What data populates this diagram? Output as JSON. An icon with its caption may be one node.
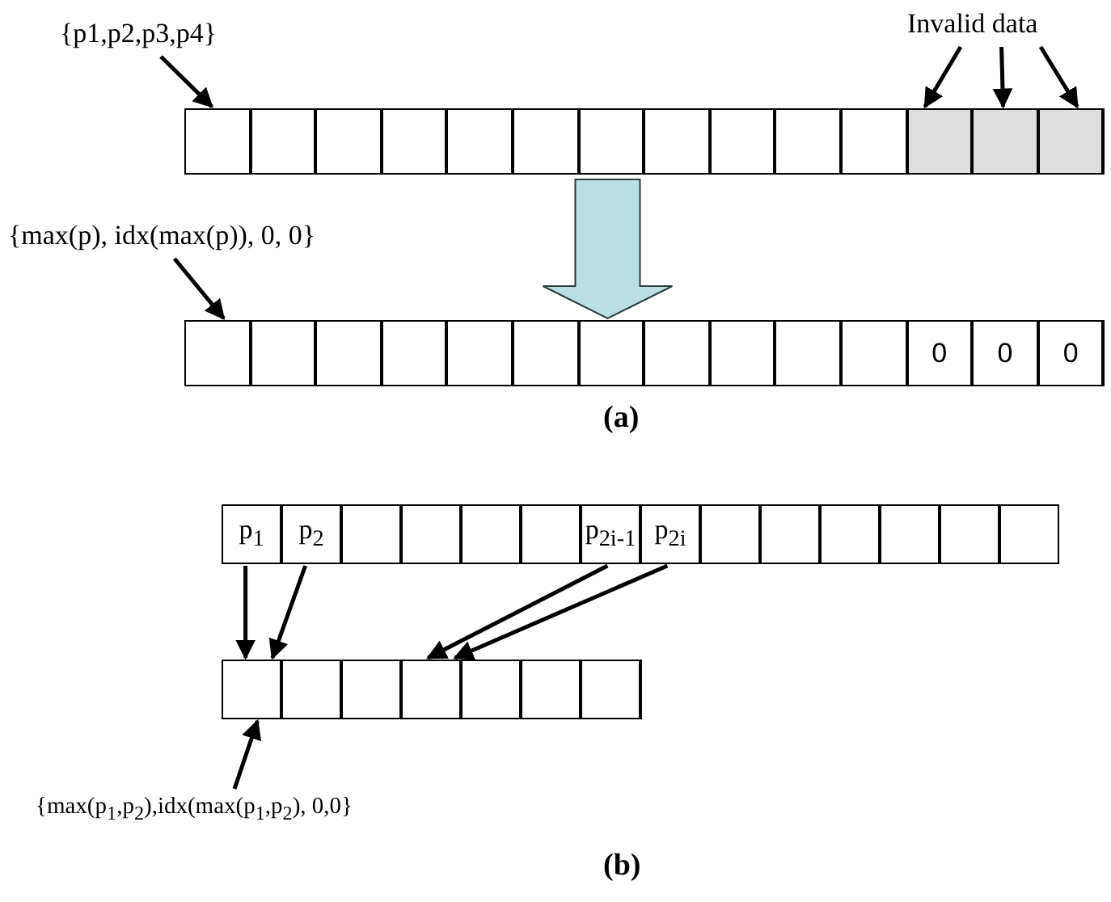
{
  "diagram": {
    "nodes": [
      {
        "text": [
          "{p1,p2,p3,p4}"
        ]
      },
      {
        "text": [
          "Invalid data"
        ]
      },
      {
        "text": [],
        "shape": "box"
      },
      {
        "text": [],
        "shape": "box",
        "in": 2
      },
      {
        "text": [],
        "shape": "box",
        "in": 2
      },
      {
        "text": [],
        "shape": "box",
        "in": 2
      },
      {
        "text": [],
        "shape": "box",
        "in": 2
      },
      {
        "text": [],
        "shape": "box",
        "in": 2
      },
      {
        "text": [],
        "shape": "box",
        "in": 2
      },
      {
        "text": [],
        "shape": "box",
        "in": 2
      },
      {
        "text": [],
        "shape": "box",
        "in": 2
      },
      {
        "text": [],
        "shape": "box",
        "in": 2
      },
      {
        "text": [],
        "shape": "box",
        "in": 2
      },
      {
        "text": [],
        "shape": "box",
        "in": 2
      },
      {
        "text": [],
        "shape": "box",
        "in": 2
      },
      {
        "text": [],
        "shape": "box",
        "in": 2
      },
      {
        "text": [],
        "shape": "box",
        "in": 2
      },
      {
        "text": [
          "{max(p), idx(max(p)), 0, 0}"
        ]
      },
      {
        "text": [],
        "shape": "box"
      },
      {
        "text": [],
        "shape": "box",
        "in": 18
      },
      {
        "text": [],
        "shape": "box",
        "in": 18
      },
      {
        "text": [],
        "shape": "box",
        "in": 18
      },
      {
        "text": [],
        "shape": "box",
        "in": 18
      },
      {
        "text": [],
        "shape": "box",
        "in": 18
      },
      {
        "text": [],
        "shape": "box",
        "in": 18
      },
      {
        "text": [],
        "shape": "box",
        "in": 18
      },
      {
        "text": [],
        "shape": "box",
        "in": 18
      },
      {
        "text": [],
        "shape": "box",
        "in": 18
      },
      {
        "text": [],
        "shape": "box",
        "in": 18
      },
      {
        "text": [],
        "shape": "box",
        "in": 18
      },
      {
        "text": [
          "0"
        ],
        "in": 18
      },
      {
        "text": [
          "0"
        ],
        "in": 18
      },
      {
        "text": [
          "0"
        ],
        "in": 18
      },
      {
        "text": [],
        "shape": "box"
      },
      {
        "text": [
          "p$_{1}$"
        ],
        "in": 33
      },
      {
        "text": [
          "p$_{2}$"
        ],
        "in": 33
      },
      {
        "text": [],
        "shape": "box",
        "in": 33
      },
      {
        "text": [],
        "shape": "box",
        "in": 33
      },
      {
        "text": [],
        "shape": "box",
        "in": 33
      },
      {
        "text": [],
        "shape": "box",
        "in": 33
      },
      {
        "text": [
          "p$_{2i-1}$"
        ],
        "in": 33
      },
      {
        "text": [
          "p$_{2i}$"
        ],
        "in": 33
      },
      {
        "text": [],
        "shape": "box",
        "in": 33
      },
      {
        "text": [],
        "shape": "box",
        "in": 33
      },
      {
        "text": [],
        "shape": "box",
        "in": 33
      },
      {
        "text": [],
        "shape": "box",
        "in": 33
      },
      {
        "text": [],
        "shape": "box",
        "in": 33
      },
      {
        "text": [],
        "shape": "box",
        "in": 33
      },
      {
        "text": [],
        "shape": "box"
      },
      {
        "text": [],
        "shape": "box",
        "in": 48
      },
      {
        "text": [],
        "shape": "box",
        "in": 48
      },
      {
        "text": [],
        "shape": "box",
        "in": 48
      },
      {
        "text": [],
        "shape": "box",
        "in": 48
      },
      {
        "text": [],
        "shape": "box",
        "in": 48
      },
      {
        "text": [],
        "shape": "box",
        "in": 48
      },
      {
        "text": [],
        "shape": "box",
        "in": 48
      },
      {
        "text": [
          "{max(p$_{1}$,p$_{2}$),idx(max(p$_{1}$,p$_{2}$), 0,0}"
        ]
      }
    ],
    "edges": [
      {
        "from": 0,
        "to": 3,
        "arrow": "to"
      },
      {
        "from": 1,
        "to": 14,
        "arrow": "to"
      },
      {
        "from": 1,
        "to": 15,
        "arrow": "to"
      },
      {
        "from": 1,
        "to": 16,
        "arrow": "to"
      },
      {
        "from": 2,
        "to": 18,
        "arrow": "to",
        "style": "thick",
        "color": "#b9dfe3"
      },
      {
        "from": 17,
        "to": 19,
        "arrow": "to"
      },
      {
        "from": 34,
        "to": 49,
        "arrow": "to"
      },
      {
        "from": 35,
        "to": 49,
        "arrow": "to"
      },
      {
        "from": 40,
        "to": 52,
        "arrow": "to"
      },
      {
        "from": 41,
        "to": 52,
        "arrow": "to"
      },
      {
        "from": 56,
        "to": 49,
        "arrow": "to"
      }
    ],
    "labels": [
      "(a)",
      "(b)"
    ]
  }
}
